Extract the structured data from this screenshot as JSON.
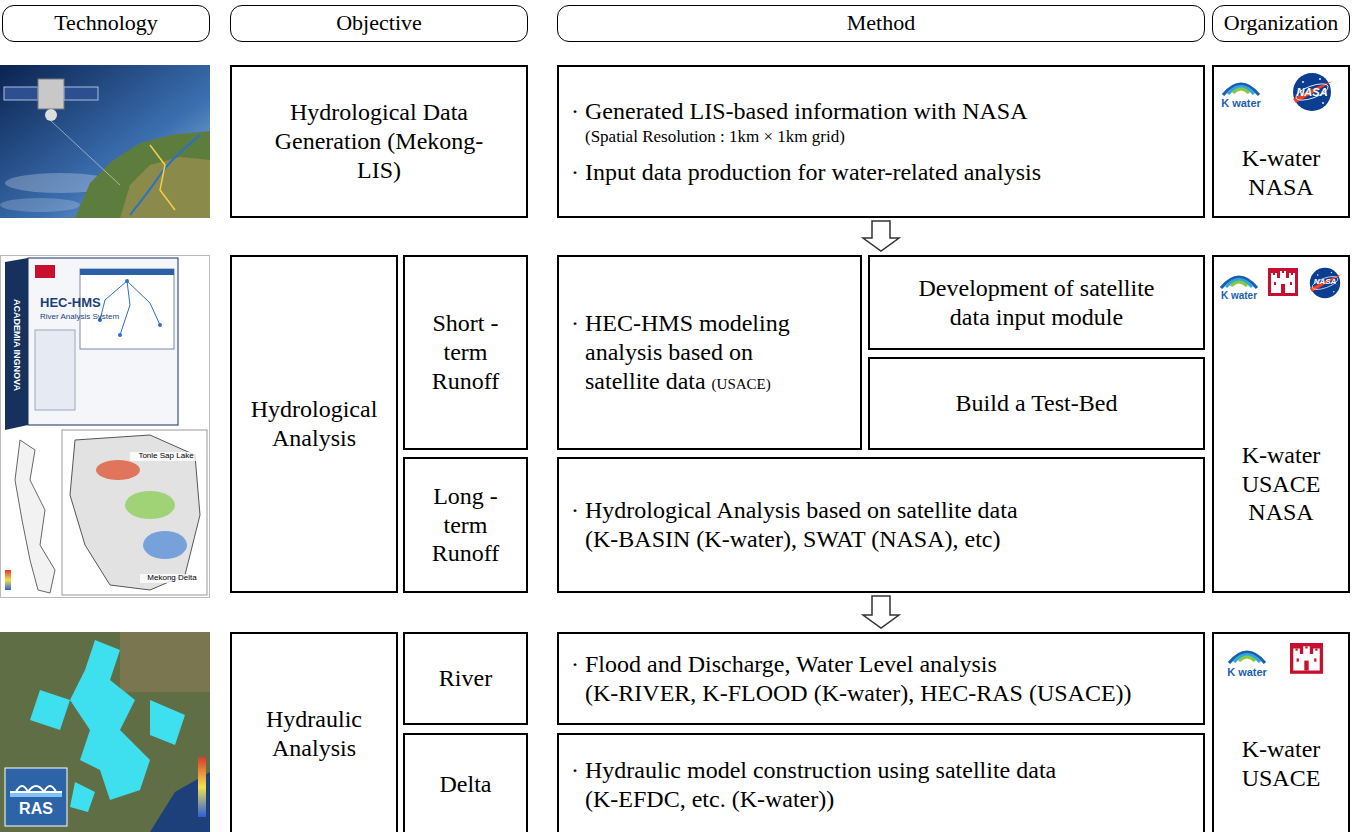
{
  "diagram": {
    "nodes": [
      {
        "text": [
          "Technology"
        ]
      },
      {
        "text": [
          "Objective"
        ]
      },
      {
        "text": [
          "Method"
        ]
      },
      {
        "text": [
          "Organization"
        ]
      },
      {
        "text": [
          "Hydrological Data Generation (Mekong-LIS)"
        ]
      },
      {
        "text": [
          "· Generated LIS-based information with NASA",
          "(Spatial Resolution : 1km × 1km grid)",
          "· Input data production for water-related analysis"
        ]
      },
      {
        "text": [
          "K-water NASA"
        ]
      },
      {
        "text": [
          "Hydrological Analysis"
        ]
      },
      {
        "text": [
          "Short -term Runoff"
        ]
      },
      {
        "text": [
          "Long -term Runoff"
        ]
      },
      {
        "text": [
          "· HEC-HMS modeling analysis based on satellite data",
          "(USACE)"
        ]
      },
      {
        "text": [
          "Development of satellite data input module"
        ]
      },
      {
        "text": [
          "Build a Test-Bed"
        ]
      },
      {
        "text": [
          "· Hydrological Analysis based on satellite data",
          "(K-BASIN (K-water), SWAT (NASA), etc)"
        ]
      },
      {
        "text": [
          "K-water USACE NASA"
        ]
      },
      {
        "text": [
          "Hydraulic Analysis"
        ]
      },
      {
        "text": [
          "River"
        ]
      },
      {
        "text": [
          "Delta"
        ]
      },
      {
        "text": [
          "· Flood and Discharge, Water Level analysis",
          "(K-RIVER, K-FLOOD (K-water), HEC-RAS (USACE))"
        ]
      },
      {
        "text": [
          "· Hydraulic model construction using satellite data",
          "(K-EFDC, etc. (K-water))"
        ]
      },
      {
        "text": [
          "K-water USACE"
        ]
      }
    ],
    "edges": [
      {
        "from": 5,
        "to": 11,
        "arrow": "to"
      },
      {
        "from": 13,
        "to": 18,
        "arrow": "to"
      }
    ],
    "labels": [
      "K water",
      "NASA",
      "ACADEMIA INGNOVA",
      "HEC-HMS",
      "River Analysis System",
      "Tonle Sap Lake",
      "Mekong Delta",
      "K water",
      "NASA",
      "RAS",
      "K water"
    ]
  }
}
